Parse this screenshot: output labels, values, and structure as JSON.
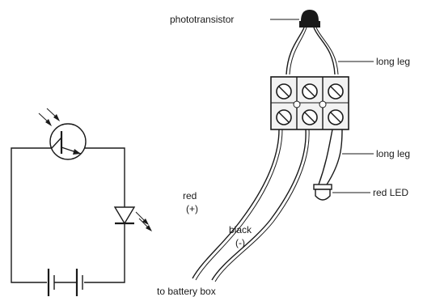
{
  "labels": {
    "phototransistor": "phototransistor",
    "long_leg_top": "long leg",
    "long_leg_bottom": "long leg",
    "red_led": "red LED",
    "red": "red",
    "red_sign": "(+)",
    "black": "black",
    "black_sign": "(-)",
    "battery_box": "to battery box"
  },
  "colors": {
    "ink": "#1a1a1a",
    "background": "#ffffff",
    "connector_fill": "#f2f2f2"
  }
}
